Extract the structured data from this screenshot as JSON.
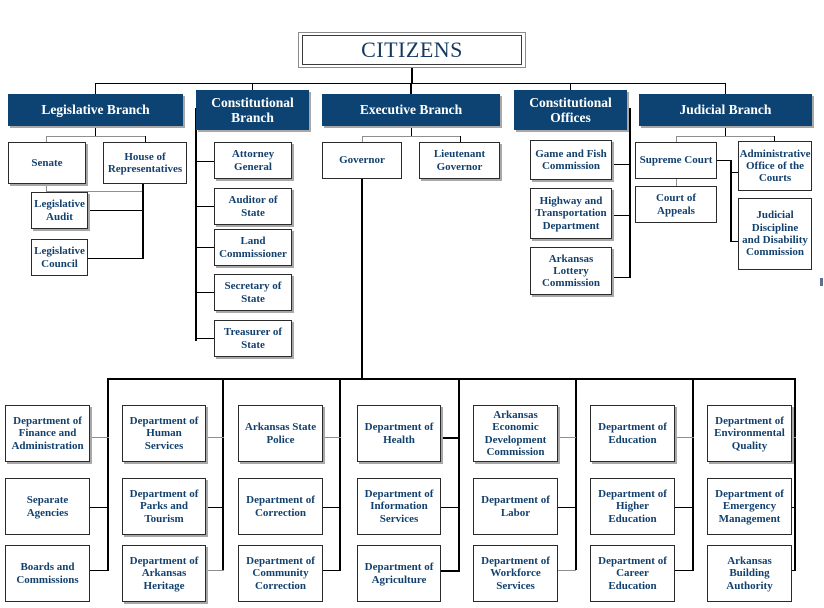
{
  "chart_data": {
    "type": "diagram",
    "title": "CITIZENS",
    "diagram_kind": "organizational-chart",
    "root": "CITIZENS",
    "branches": [
      {
        "name": "Legislative Branch",
        "children": [
          "Senate",
          "House of Representatives",
          "Legislative Audit",
          "Legislative Council"
        ]
      },
      {
        "name": "Constitutional Branch",
        "children": [
          "Attorney General",
          "Auditor of State",
          "Land Commissioner",
          "Secretary of State",
          "Treasurer of State"
        ]
      },
      {
        "name": "Executive Branch",
        "children": [
          "Governor",
          "Lieutenant Governor"
        ]
      },
      {
        "name": "Constitutional Offices",
        "children": [
          "Game and Fish Commission",
          "Highway and Transportation Department",
          "Arkansas Lottery Commission"
        ]
      },
      {
        "name": "Judicial Branch",
        "children": [
          "Supreme Court",
          "Court of Appeals",
          "Administrative Office of the Courts",
          "Judicial Discipline and Disability Commission"
        ]
      }
    ],
    "departments_under_governor": [
      [
        "Department of Finance and Administration",
        "Separate Agencies",
        "Boards and Commissions"
      ],
      [
        "Department of Human Services",
        "Department of Parks and Tourism",
        "Department of Arkansas Heritage"
      ],
      [
        "Arkansas State Police",
        "Department of Correction",
        "Department of Community Correction"
      ],
      [
        "Department of Health",
        "Department of Information Services",
        "Department of Agriculture"
      ],
      [
        "Arkansas Economic Development Commission",
        "Department of Labor",
        "Department of Workforce Services"
      ],
      [
        "Department of Education",
        "Department of Higher Education",
        "Department of Career Education"
      ],
      [
        "Department of Environmental Quality",
        "Department of Emergency Management",
        "Arkansas Building Authority"
      ]
    ]
  },
  "colors": {
    "header_navy": "#0d4372",
    "node_text_navy": "#13416e",
    "title_text": "#12395f",
    "box_border": "#2b2b2b",
    "shadow": "#a8a8a8",
    "background": "#ffffff",
    "connector": "#000000"
  },
  "root": {
    "label": "CITIZENS"
  },
  "headers": {
    "legislative": "Legislative Branch",
    "constitutional_branch": "Constitutional\nBranch",
    "constitutional_branch_l1": "Constitutional",
    "constitutional_branch_l2": "Branch",
    "executive": "Executive Branch",
    "constitutional_offices_l1": "Constitutional",
    "constitutional_offices_l2": "Offices",
    "judicial": "Judicial Branch"
  },
  "legislative": {
    "senate": "Senate",
    "house": "House of Representatives",
    "audit": "Legislative Audit",
    "council": "Legislative Council"
  },
  "constitutional_branch": {
    "attorney_general": "Attorney General",
    "auditor": "Auditor of State",
    "land_commissioner": "Land Commissioner",
    "secretary": "Secretary of State",
    "treasurer": "Treasurer of State"
  },
  "executive": {
    "governor": "Governor",
    "lt_governor": "Lieutenant Governor"
  },
  "constitutional_offices": {
    "game_fish": "Game and Fish Commission",
    "highway": "Highway and Transportation Department",
    "lottery": "Arkansas Lottery Commission"
  },
  "judicial": {
    "supreme_court": "Supreme Court",
    "court_of_appeals": "Court of Appeals",
    "admin_office": "Administrative Office of the Courts",
    "discipline": "Judicial Discipline and Disability Commission"
  },
  "departments": {
    "col1": {
      "r1": "Department of Finance and Administration",
      "r2": "Separate Agencies",
      "r3": "Boards and Commissions"
    },
    "col2": {
      "r1": "Department of Human Services",
      "r2": "Department of Parks and Tourism",
      "r3": "Department of Arkansas Heritage"
    },
    "col3": {
      "r1": "Arkansas State Police",
      "r2": "Department of Correction",
      "r3": "Department of Community Correction"
    },
    "col4": {
      "r1": "Department of Health",
      "r2": "Department of Information Services",
      "r3": "Department of Agriculture"
    },
    "col5": {
      "r1": "Arkansas Economic Development Commission",
      "r2": "Department of Labor",
      "r3": "Department of Workforce Services"
    },
    "col6": {
      "r1": "Department of Education",
      "r2": "Department of Higher Education",
      "r3": "Department of Career Education"
    },
    "col7": {
      "r1": "Department of Environmental Quality",
      "r2": "Department of Emergency Management",
      "r3": "Arkansas Building Authority"
    }
  }
}
